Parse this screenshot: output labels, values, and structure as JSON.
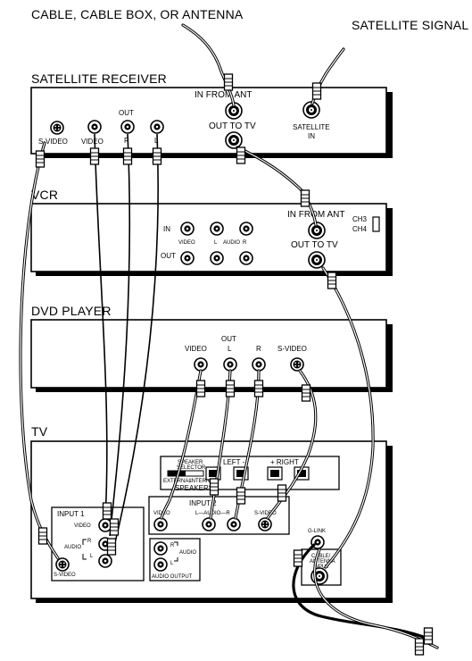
{
  "top_labels": {
    "cable_source": "CABLE, CABLE BOX, OR ANTENNA",
    "satellite_signal": "SATELLITE SIGNAL"
  },
  "satellite_receiver": {
    "title": "SATELLITE RECEIVER",
    "in_from_ant": "IN FROM ANT",
    "out_to_tv": "OUT TO TV",
    "satellite_in_line1": "SATELLITE",
    "satellite_in_line2": "IN",
    "out": "OUT",
    "s_video": "S-VIDEO",
    "video": "VIDEO",
    "r": "R",
    "l": "L"
  },
  "vcr": {
    "title": "VCR",
    "in_from_ant": "IN FROM ANT",
    "out_to_tv": "OUT TO TV",
    "ch3": "CH3",
    "ch4": "CH4",
    "in": "IN",
    "out": "OUT",
    "video": "VIDEO",
    "l": "L",
    "audio": "AUDIO",
    "r": "R"
  },
  "dvd_player": {
    "title": "DVD PLAYER",
    "out": "OUT",
    "video": "VIDEO",
    "l": "L",
    "r": "R",
    "s_video": "S-VIDEO"
  },
  "tv": {
    "title": "TV",
    "speaker_selector_line1": "SPEAKER",
    "speaker_selector_line2": "SELECTOR",
    "external": "EXTERNAL",
    "internal": "INTERNAL",
    "speakers": "SPEAKERS",
    "left_minus": "LEFT -",
    "plus_right": "+ RIGHT",
    "input_2": "INPUT 2",
    "video": "VIDEO",
    "l_audio_r": "L—AUDIO—R",
    "s_video": "S-VIDEO",
    "input_1": "INPUT 1",
    "input1_video": "VIDEO",
    "input1_audio": "AUDIO",
    "input1_r": "R",
    "input1_l": "L",
    "input1_s_video": "S-VIDEO",
    "audio_output": "AUDIO OUTPUT",
    "ao_r": "R",
    "ao_l": "L",
    "ao_audio": "AUDIO",
    "g_link": "G-LINK",
    "cable_antenna_line1": "CABLE/",
    "cable_antenna_line2": "ANTENNA",
    "cable_antenna_line3": "INPUT"
  }
}
